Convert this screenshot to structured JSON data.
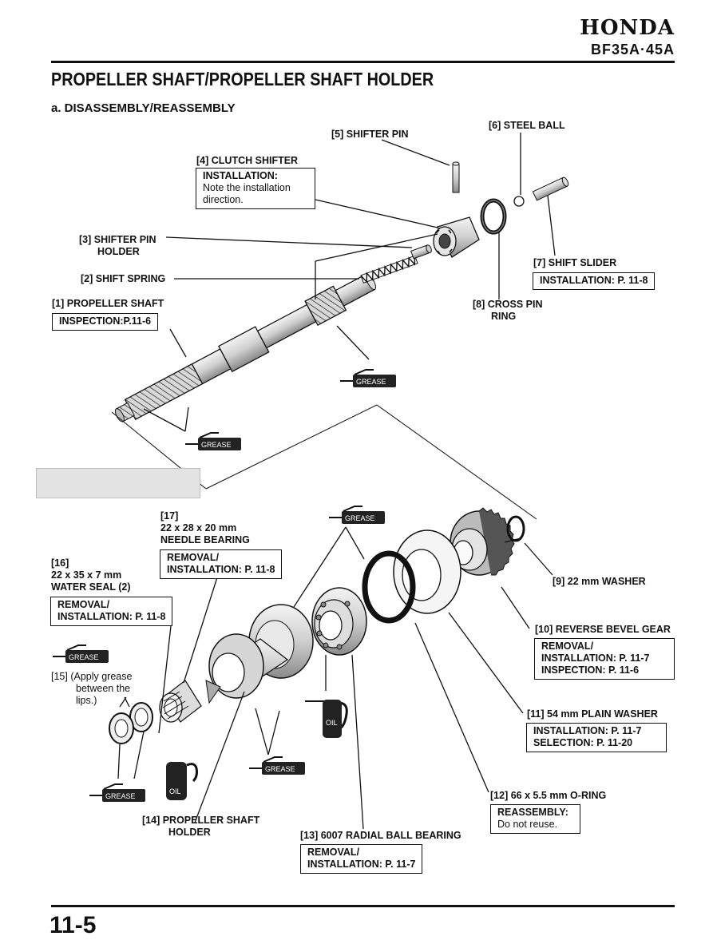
{
  "header": {
    "brand": "HONDA",
    "model": "BF35A·45A",
    "title": "PROPELLER SHAFT/PROPELLER SHAFT HOLDER",
    "subtitle": "a. DISASSEMBLY/REASSEMBLY"
  },
  "icons": {
    "grease_label": "GREASE",
    "oil_label": "OIL"
  },
  "parts": {
    "p1": {
      "label": "[1] PROPELLER SHAFT",
      "box": "INSPECTION:P.11-6"
    },
    "p2": {
      "label": "[2] SHIFT SPRING"
    },
    "p3": {
      "label_line1": "[3] SHIFTER PIN",
      "label_line2": "HOLDER"
    },
    "p4": {
      "label": "[4] CLUTCH SHIFTER",
      "box_title": "INSTALLATION:",
      "box_line1": "Note the installation",
      "box_line2": "direction."
    },
    "p5": {
      "label": "[5] SHIFTER PIN"
    },
    "p6": {
      "label": "[6] STEEL BALL"
    },
    "p7": {
      "label": "[7] SHIFT SLIDER",
      "box": "INSTALLATION: P. 11-8"
    },
    "p8": {
      "label_line1": "[8] CROSS PIN",
      "label_line2": "RING"
    },
    "p9": {
      "label": "[9] 22 mm WASHER"
    },
    "p10": {
      "label": "[10] REVERSE BEVEL GEAR",
      "box_line1": "REMOVAL/",
      "box_line2": "INSTALLATION: P. 11-7",
      "box_line3": "INSPECTION: P. 11-6"
    },
    "p11": {
      "label": "[11] 54 mm PLAIN WASHER",
      "box_line1": "INSTALLATION: P. 11-7",
      "box_line2": "SELECTION: P. 11-20"
    },
    "p12": {
      "label": "[12] 66 x 5.5 mm O-RING",
      "box_title": "REASSEMBLY:",
      "box_line1": "Do not reuse."
    },
    "p13": {
      "label": "[13] 6007 RADIAL BALL BEARING",
      "box_line1": "REMOVAL/",
      "box_line2": "INSTALLATION: P. 11-7"
    },
    "p14": {
      "label_line1": "[14] PROPELLER SHAFT",
      "label_line2": "HOLDER"
    },
    "p15": {
      "label_line1": "[15] (Apply grease",
      "label_line2": "between the",
      "label_line3": "lips.)"
    },
    "p16": {
      "label_line1": "[16]",
      "label_line2": "22 x 35 x 7 mm",
      "label_line3": "WATER SEAL (2)",
      "box_line1": "REMOVAL/",
      "box_line2": "INSTALLATION: P. 11-8"
    },
    "p17": {
      "label_line1": "[17]",
      "label_line2": "22 x 28 x 20 mm",
      "label_line3": "NEEDLE BEARING",
      "box_line1": "REMOVAL/",
      "box_line2": "INSTALLATION: P. 11-8"
    }
  },
  "footer": {
    "page_number": "11-5"
  }
}
